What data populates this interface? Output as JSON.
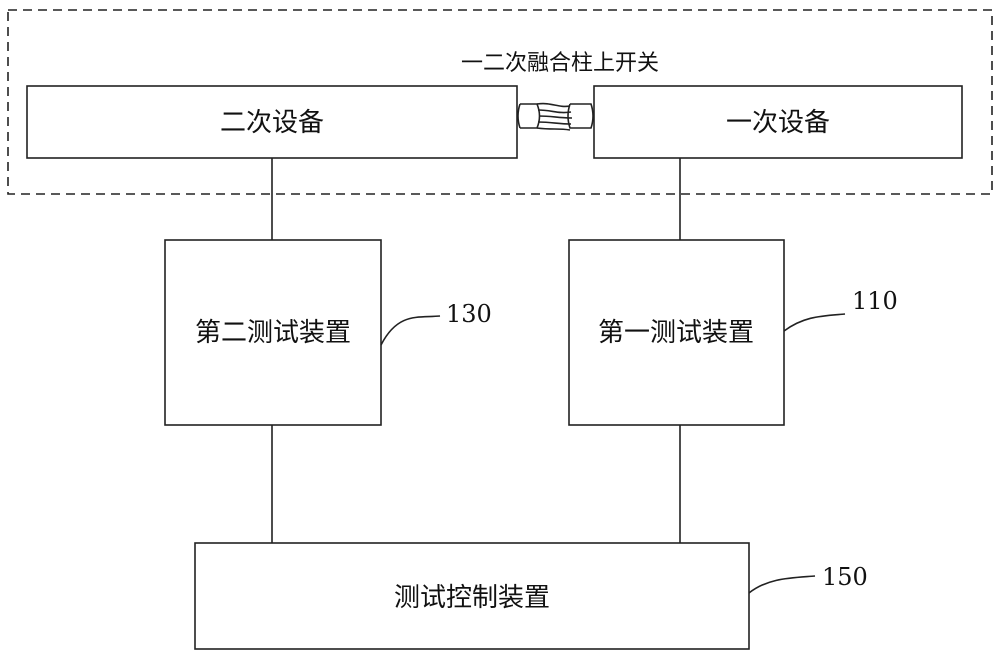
{
  "group": {
    "label": "一二次融合柱上开关"
  },
  "boxes": {
    "secondary_device": {
      "label": "二次设备"
    },
    "primary_device": {
      "label": "一次设备"
    },
    "second_test_device": {
      "label": "第二测试装置"
    },
    "first_test_device": {
      "label": "第一测试装置"
    },
    "test_control_device": {
      "label": "测试控制装置"
    }
  },
  "refs": {
    "second_test_device": "130",
    "first_test_device": "110",
    "test_control_device": "150"
  },
  "icons": {
    "cable_connector": "cable-connector-icon"
  }
}
